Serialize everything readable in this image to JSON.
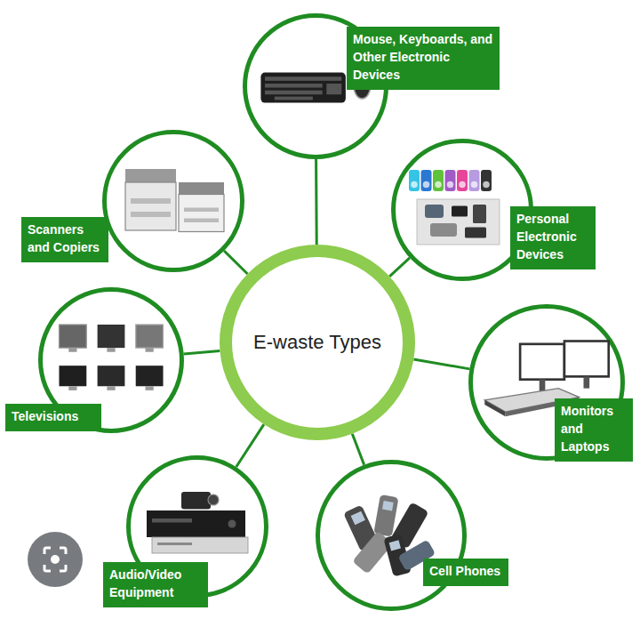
{
  "diagram": {
    "nodes": [
      {
        "text": [
          "E-waste Types"
        ]
      },
      {
        "text": [
          "Mouse, Keyboards, and Other Electronic Devices"
        ]
      },
      {
        "text": [
          "Personal Electronic Devices"
        ]
      },
      {
        "text": [
          "Monitors and Laptops"
        ]
      },
      {
        "text": [
          "Cell Phones"
        ]
      },
      {
        "text": [
          "Audio/Video Equipment"
        ]
      },
      {
        "text": [
          "Televisions"
        ]
      },
      {
        "text": [
          "Scanners and Copiers"
        ]
      }
    ],
    "edges": [
      {
        "from": 0,
        "to": 1,
        "arrow": "none"
      },
      {
        "from": 0,
        "to": 2,
        "arrow": "none"
      },
      {
        "from": 0,
        "to": 3,
        "arrow": "none"
      },
      {
        "from": 0,
        "to": 4,
        "arrow": "none"
      },
      {
        "from": 0,
        "to": 5,
        "arrow": "none"
      },
      {
        "from": 0,
        "to": 6,
        "arrow": "none"
      },
      {
        "from": 0,
        "to": 7,
        "arrow": "none"
      }
    ]
  }
}
